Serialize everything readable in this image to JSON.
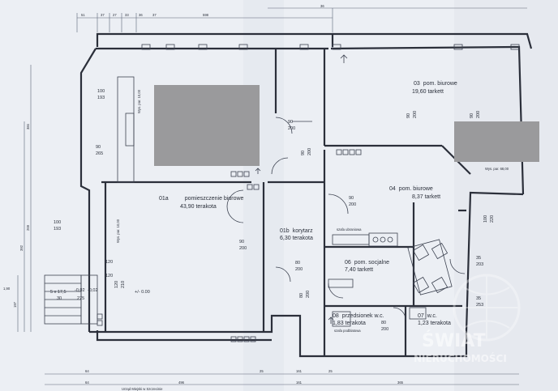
{
  "rooms": [
    {
      "id": "01a",
      "name": "pomieszczenie biurowe",
      "area": "43,90 terakota"
    },
    {
      "id": "01b",
      "name": "korytarz",
      "area": "6,30 terakota"
    },
    {
      "id": "03",
      "name": "pom. biurowe",
      "area": "19,60 tarkett"
    },
    {
      "id": "04",
      "name": "pom. biurowe",
      "area": "8,37 tarkett"
    },
    {
      "id": "06",
      "name": "pom. socjalne",
      "area": "7,40 tarkett"
    },
    {
      "id": "08",
      "name": "przedsionek w.c.",
      "area": "1,83 terakota"
    },
    {
      "id": "07",
      "name": "w.c.",
      "area": "1,23 terakota"
    }
  ],
  "top_dims": [
    "51",
    "37",
    "27",
    "33",
    "36",
    "37",
    "598",
    "36"
  ],
  "bottom_dims": [
    "64",
    "25",
    "161",
    "25",
    "64",
    "496",
    "161",
    "365"
  ],
  "left_dims": [
    "384",
    "269",
    "392",
    "197",
    "90",
    "200",
    "240"
  ],
  "door_labels": [
    {
      "w": "100",
      "h": "193"
    },
    {
      "w": "90",
      "h": "265"
    },
    {
      "w": "100",
      "h": "193"
    },
    {
      "w": "90",
      "h": "200"
    },
    {
      "w": "90",
      "h": "200"
    },
    {
      "w": "90",
      "h": "200"
    },
    {
      "w": "90",
      "h": "200"
    },
    {
      "w": "90",
      "h": "200"
    },
    {
      "w": "90",
      "h": "200"
    },
    {
      "w": "80",
      "h": "200"
    },
    {
      "w": "80",
      "h": "200"
    },
    {
      "w": "80",
      "h": "200"
    },
    {
      "w": "100",
      "h": "220"
    },
    {
      "w": "35",
      "h": "203"
    },
    {
      "w": "35",
      "h": "253"
    },
    {
      "w": "120",
      "h": "210"
    }
  ],
  "misc_labels": {
    "stairs": "5 x 17,5",
    "stairs_sub": "30",
    "stair_w": "275",
    "stair_door_a": "120",
    "stair_door_b": "120",
    "level": "+/- 0.00",
    "level_left": "-0,02",
    "level_left2": "-0,02",
    "left_190": "1,90",
    "szafa_ubraniowa": "szafa ubraniowa",
    "szafa_podblatowa": "szafa podblatowa",
    "wc_label": "w.c.",
    "corridor_100": "100",
    "corridor_220": "220",
    "vertical_text_1": "Wys. par. 10,00",
    "vertical_text_2": "Wys. par. 10,00",
    "win_note": "Wys. par. 68,00",
    "bottom_city": "Urząd Miejski w Szczecinie"
  },
  "watermark": {
    "line1": "ŚWIAT",
    "line2": "NIERUCHOMOŚCI"
  },
  "colors": {
    "paper": "#eef1f5",
    "ink": "#2b2f3a",
    "redaction": "#9a9a9c"
  }
}
